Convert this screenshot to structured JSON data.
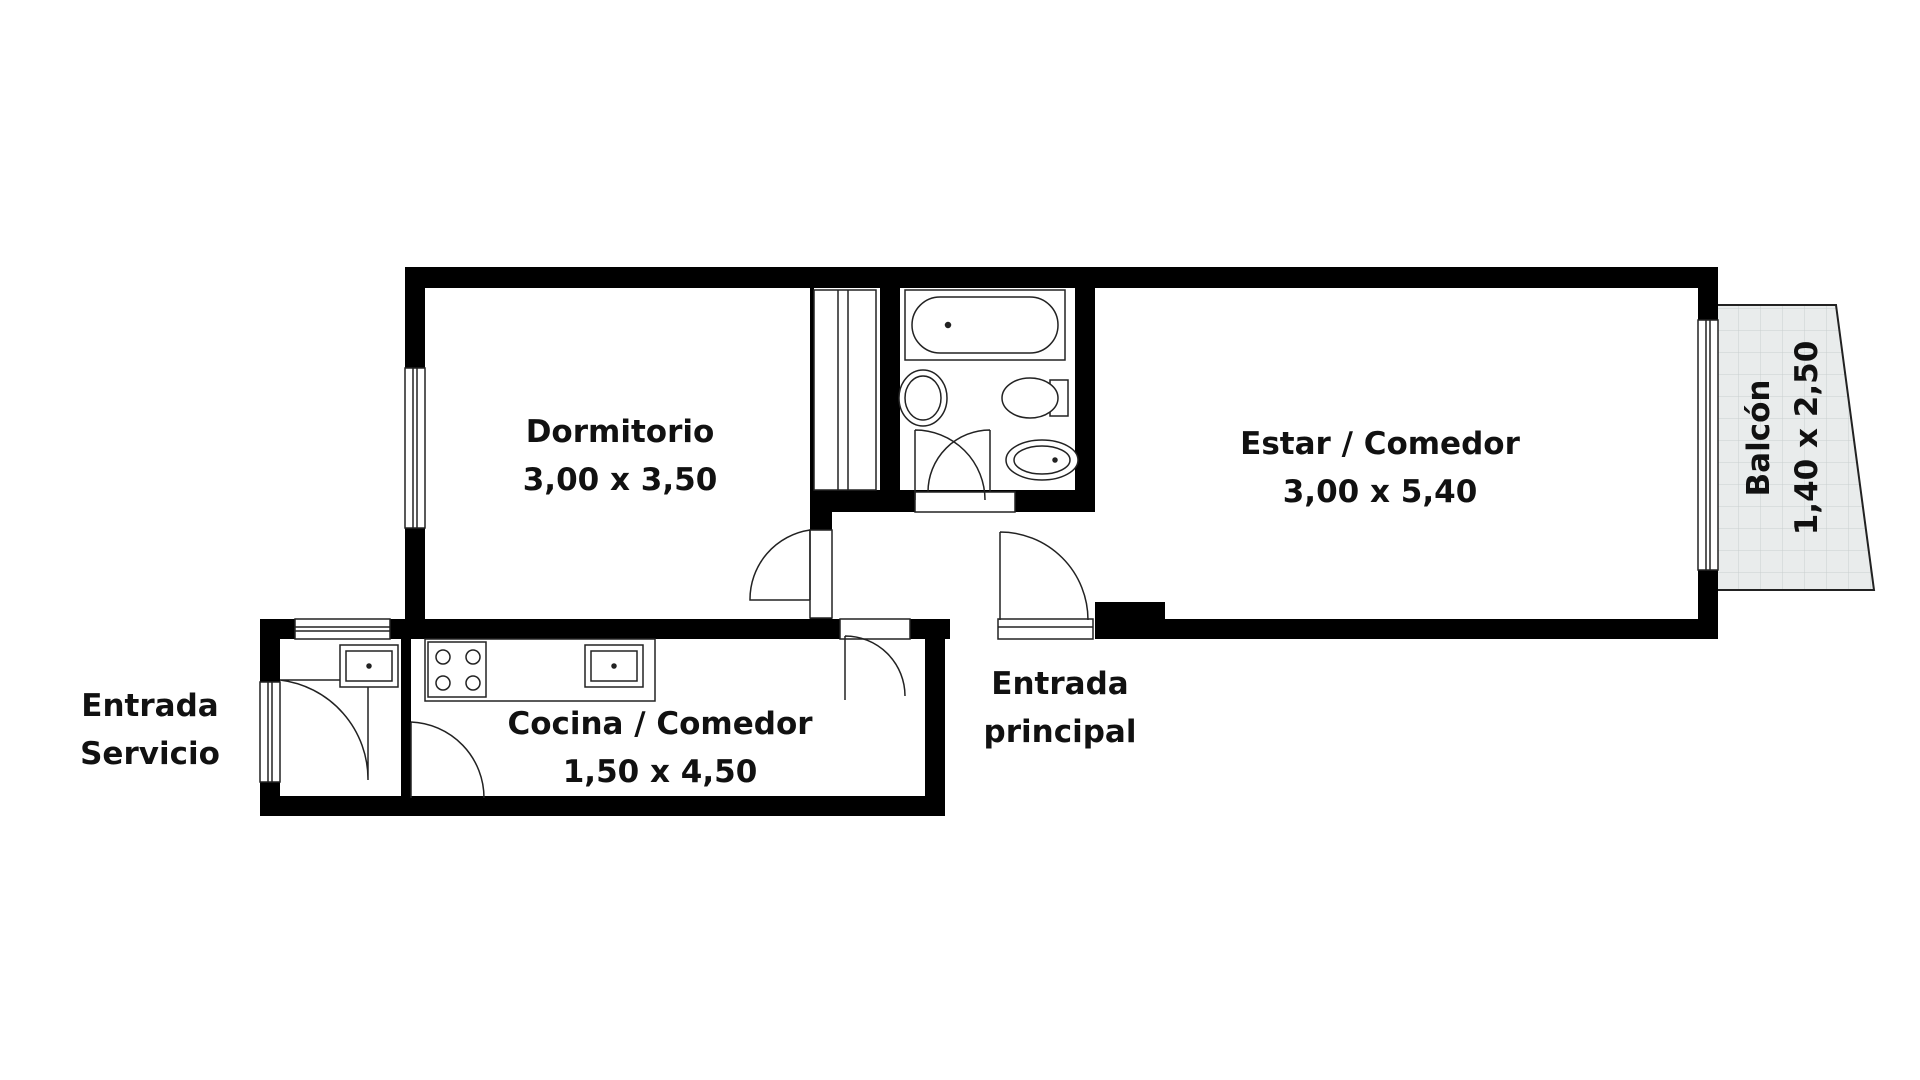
{
  "rooms": {
    "dormitorio": {
      "name": "Dormitorio",
      "size": "3,00 x 3,50"
    },
    "estar": {
      "name": "Estar / Comedor",
      "size": "3,00 x 5,40"
    },
    "cocina": {
      "name": "Cocina / Comedor",
      "size": "1,50 x 4,50"
    },
    "balcon": {
      "name": "Balcón",
      "size": "1,40 x 2,50"
    }
  },
  "entrances": {
    "servicio": {
      "line1": "Entrada",
      "line2": "Servicio"
    },
    "principal": {
      "line1": "Entrada",
      "line2": "principal"
    }
  },
  "colors": {
    "wall": "#000000",
    "fixture_stroke": "#222222",
    "balcony_tile": "#e9ecec",
    "background": "#ffffff"
  }
}
